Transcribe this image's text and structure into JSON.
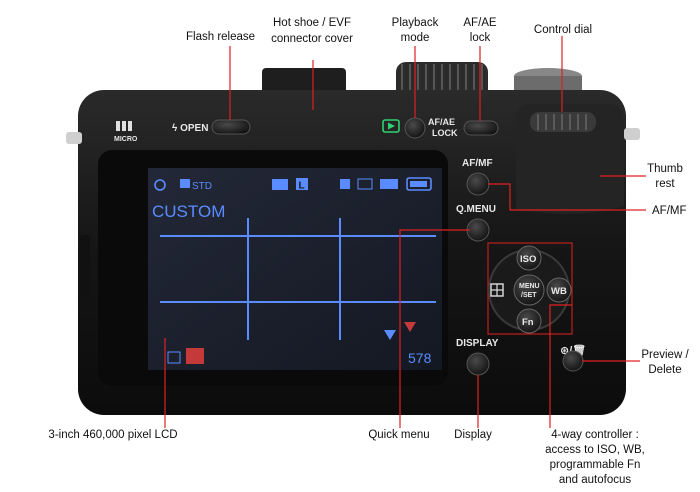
{
  "camera": {
    "brand_mark": "MICRO",
    "flash_button_label": "ϟ OPEN",
    "afae_button_label_line1": "AF/AE",
    "afae_button_label_line2": "LOCK",
    "afmf_label": "AF/MF",
    "qmenu_label": "Q.MENU",
    "display_label": "DISPLAY",
    "iso_label": "ISO",
    "menu_label_line1": "MENU",
    "menu_label_line2": "/SET",
    "wb_label": "WB",
    "fn_label": "Fn",
    "preview_delete_label": "⊛/🗑"
  },
  "lcd": {
    "mode_text": "CUSTOM",
    "std_text": "STD",
    "frame_count": "578",
    "quality_badge": "L",
    "accent_color": "#5a8cff"
  },
  "callouts": {
    "flash_release": "Flash release",
    "hot_shoe_line1": "Hot shoe / EVF",
    "hot_shoe_line2": "connector cover",
    "playback_line1": "Playback",
    "playback_line2": "mode",
    "afae_line1": "AF/AE",
    "afae_line2": "lock",
    "control_dial": "Control dial",
    "thumb_rest_line1": "Thumb",
    "thumb_rest_line2": "rest",
    "afmf": "AF/MF",
    "preview_line1": "Preview /",
    "preview_line2": "Delete",
    "lcd": "3-inch 460,000 pixel LCD",
    "quick_menu": "Quick menu",
    "display": "Display",
    "four_way_line1": "4-way controller :",
    "four_way_line2": "access to ISO, WB,",
    "four_way_line3": "programmable Fn",
    "four_way_line4": "and autofocus"
  }
}
